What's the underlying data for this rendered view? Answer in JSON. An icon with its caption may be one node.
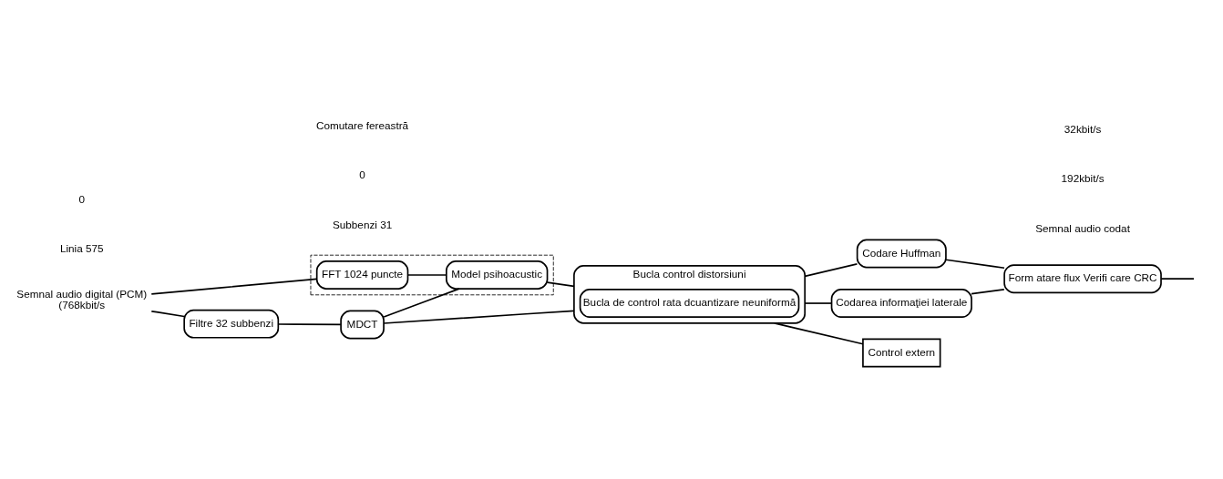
{
  "diagram": {
    "nodes": [
      {
        "text": [
          "Semnal audio digital (PCM)",
          "(768kbit/s"
        ]
      },
      {
        "text": [
          "Filtre 32 subbenzi"
        ]
      },
      {
        "text": [
          "MDCT"
        ]
      },
      {
        "text": [
          "Bucla control distorsiuni"
        ]
      },
      {
        "text": [
          "Bucla de control rata dcuantizare neuniformă"
        ],
        "in": 3
      },
      {
        "text": [
          "Codare Huffman"
        ]
      },
      {
        "text": [
          "Form atare flux Verifi care CRC"
        ]
      },
      {
        "text": [
          "Codarea informaţiei laterale"
        ]
      },
      {
        "text": [],
        "shape": "box"
      },
      {
        "text": [
          "FFT 1024 puncte"
        ],
        "in": 8
      },
      {
        "text": [
          "Model psihoacustic"
        ],
        "in": 8
      },
      {
        "text": [
          "Control extern"
        ]
      }
    ],
    "edges": [
      {
        "from": 0,
        "to": 1,
        "arrow": "none"
      },
      {
        "from": 0,
        "to": 9,
        "arrow": "none"
      },
      {
        "from": 1,
        "to": 2,
        "arrow": "none"
      },
      {
        "from": 2,
        "to": 3,
        "arrow": "none"
      },
      {
        "from": 3,
        "to": 5,
        "arrow": "none"
      },
      {
        "from": 5,
        "to": 6,
        "arrow": "none"
      },
      {
        "from": 6,
        "to": null,
        "arrow": "none"
      },
      {
        "from": 9,
        "to": 10,
        "arrow": "none"
      },
      {
        "from": 2,
        "to": 10,
        "arrow": "none"
      },
      {
        "from": 10,
        "to": 3,
        "arrow": "none"
      },
      {
        "from": 3,
        "to": 7,
        "arrow": "none"
      },
      {
        "from": 7,
        "to": 6,
        "arrow": "none"
      },
      {
        "from": 3,
        "to": 11,
        "arrow": "none"
      }
    ],
    "labels": [
      "Subbenzi 31",
      "0",
      "Linia 575",
      "0",
      "Comutare fereastră",
      "Semnal audio codat",
      "192kbit/s",
      "32kbit/s"
    ]
  }
}
